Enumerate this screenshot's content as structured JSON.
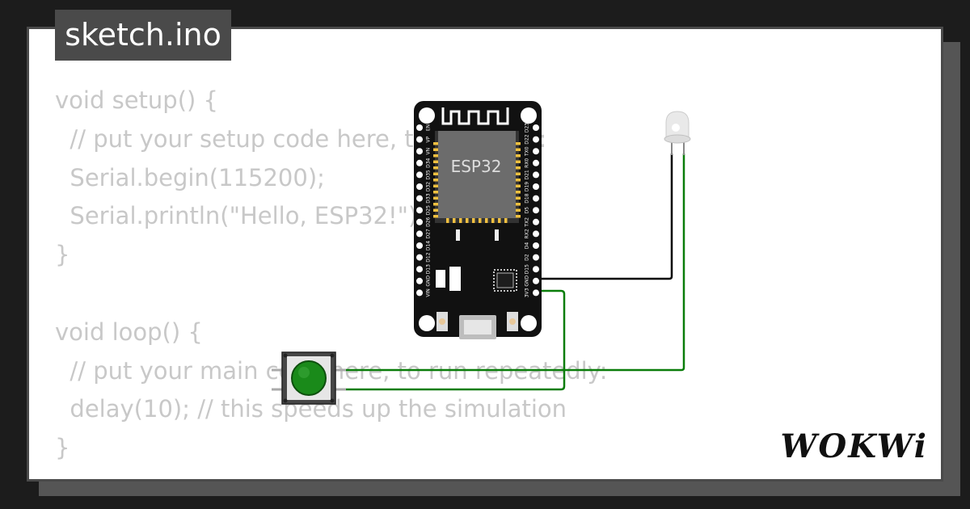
{
  "file_tab": {
    "label": "sketch.ino"
  },
  "code_lines": [
    "void setup() {",
    "  // put your setup code here, to run once:",
    "  Serial.begin(115200);",
    "  Serial.println(\"Hello, ESP32!\");",
    "}",
    "",
    "void loop() {",
    "  // put your main code here, to run repeatedly:",
    "  delay(10); // this speeds up the simulation",
    "}"
  ],
  "board": {
    "chip_label": "ESP32",
    "left_pins": [
      "EN",
      "VP",
      "VN",
      "D34",
      "D35",
      "D32",
      "D33",
      "D25",
      "D26",
      "D27",
      "D14",
      "D12",
      "D13",
      "GND",
      "VIN"
    ],
    "right_pins": [
      "D23",
      "D22",
      "TX0",
      "RX0",
      "D21",
      "D19",
      "D18",
      "D5",
      "TX2",
      "RX2",
      "D4",
      "D2",
      "D15",
      "GND",
      "3V3"
    ]
  },
  "components": {
    "led": "led",
    "button": "pushbutton"
  },
  "colors": {
    "background": "#1c1c1c",
    "card": "#ffffff",
    "tab": "#4a4a4a",
    "code_text": "#c8c8c8",
    "board": "#111111",
    "wire_gnd": "#000000",
    "wire_signal": "#0a7d0a",
    "button_cap": "#1a8a1a"
  },
  "brand": {
    "logo_text": "WOKWi"
  }
}
